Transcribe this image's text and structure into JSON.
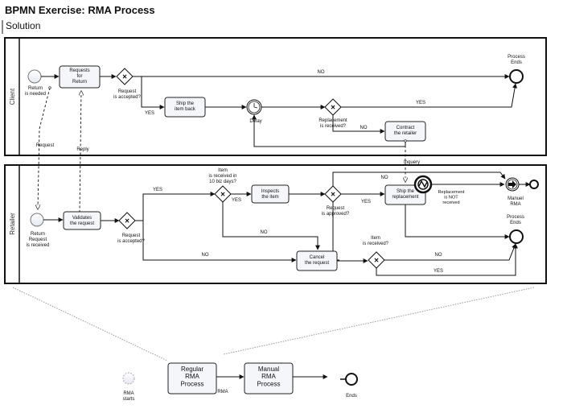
{
  "header": {
    "title": "BPMN Exercise: RMA Process",
    "subtitle": "Solution"
  },
  "pools": {
    "client": "Client",
    "retailer": "Retailer"
  },
  "events": {
    "client_start": "Return\nis needed",
    "client_end": "Process\nEnds",
    "timer": "Delay",
    "retailer_start": "Return\nRequest\nis received",
    "manual_rma": "Manuel\nRMA",
    "retailer_end": "Process\nEnds",
    "not_received": "Replacement\nis NOT\nreceived"
  },
  "tasks": {
    "requests_for_return": "Requests\nfor\nReturn",
    "ship_item_back": "Ship the\nitem back",
    "contract_retailer": "Contract\nthe retailer",
    "validates_request": "Validates\nthe request",
    "inspects_item": "Inspects\nthe item",
    "ship_replacement": "Ship the\nreplacement",
    "cancel_request": "Cancel\nthe request"
  },
  "gateways": {
    "client_accepted": "Request\nis accepted?",
    "replacement_received": "Replacement\nis received?",
    "retailer_accepted": "Request\nis accepted?",
    "item_received_10": "Item\nis received in\n10 biz days?",
    "request_approved": "Request\nis approved?",
    "item_received": "Item\nis received?"
  },
  "flow_labels": {
    "no_top": "NO",
    "yes_ship": "YES",
    "yes_client": "YES",
    "no_contract": "NO",
    "yes_retailer": "YES",
    "yes_inspect": "YES",
    "no_mid": "NO",
    "no_bottom": "NO",
    "yes_approved": "YES",
    "no_approved": "NO",
    "no_item": "NO",
    "yes_item": "YES"
  },
  "messages": {
    "request": "Request",
    "reply": "Reply",
    "inquery": "Inquery"
  },
  "legend": {
    "start": "RMA\nstarts",
    "regular": "Regular\nRMA\nProcess",
    "arrow_label": "RMA",
    "manual": "Manual\nRMA\nProcess",
    "end": "Ends"
  }
}
